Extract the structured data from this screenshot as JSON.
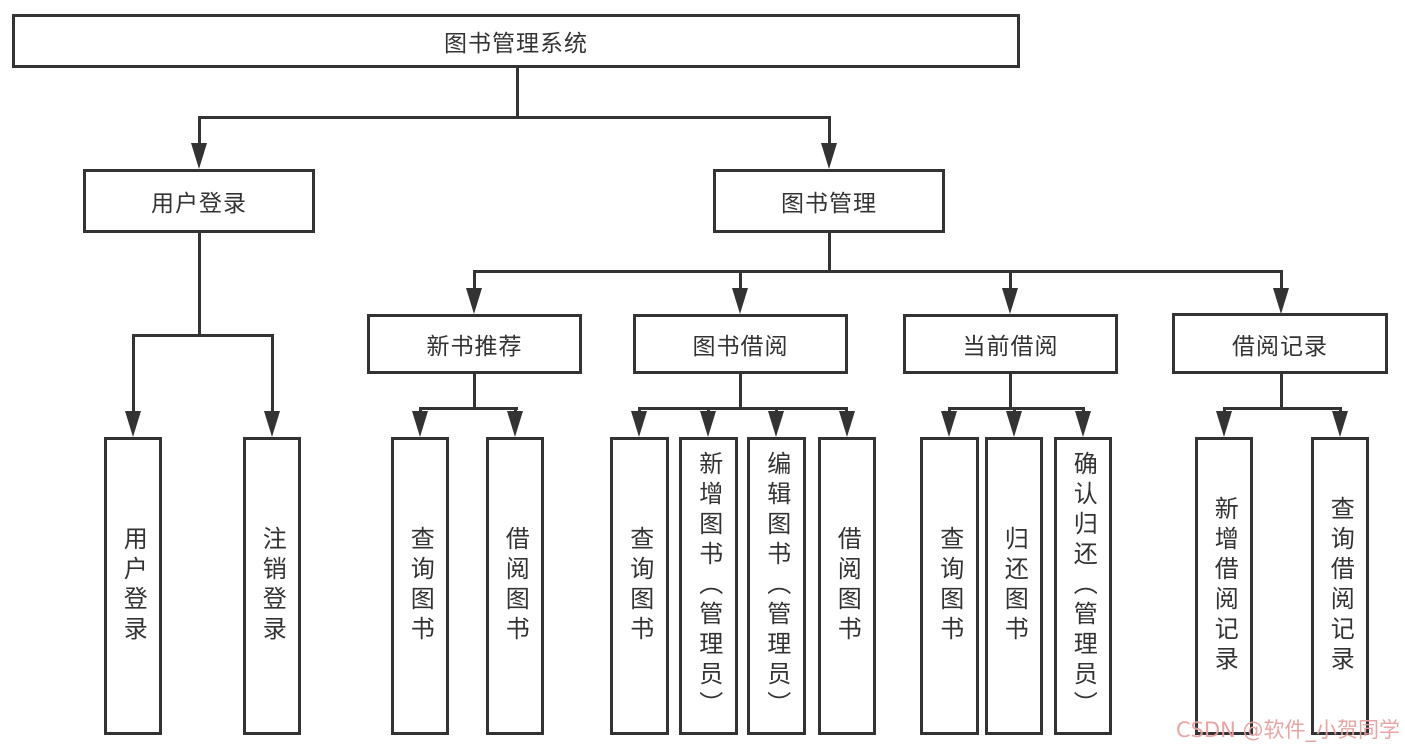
{
  "tree": {
    "root": {
      "label": "图书管理系统"
    },
    "branches": [
      {
        "label": "用户登录",
        "children": [
          {
            "label": "用户登录"
          },
          {
            "label": "注销登录"
          }
        ]
      },
      {
        "label": "图书管理",
        "children": [
          {
            "label": "新书推荐",
            "children": [
              {
                "label": "查询图书"
              },
              {
                "label": "借阅图书"
              }
            ]
          },
          {
            "label": "图书借阅",
            "children": [
              {
                "label": "查询图书"
              },
              {
                "label": "新增图书（管理员）"
              },
              {
                "label": "编辑图书（管理员）"
              },
              {
                "label": "借阅图书"
              }
            ]
          },
          {
            "label": "当前借阅",
            "children": [
              {
                "label": "查询图书"
              },
              {
                "label": "归还图书"
              },
              {
                "label": "确认归还（管理员）"
              }
            ]
          },
          {
            "label": "借阅记录",
            "children": [
              {
                "label": "新增借阅记录"
              },
              {
                "label": "查询借阅记录"
              }
            ]
          }
        ]
      }
    ]
  },
  "watermark": {
    "text": "CSDN @软件_小贺同学",
    "color": "#e8a0a0"
  },
  "colors": {
    "line": "#333333",
    "box_border": "#333333",
    "text": "#333333",
    "background": "#ffffff"
  }
}
